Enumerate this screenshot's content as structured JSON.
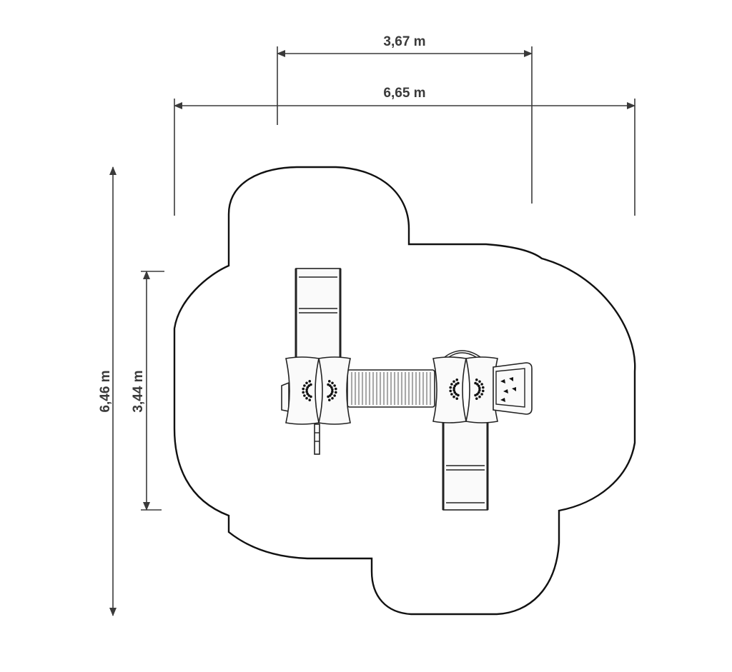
{
  "dimensions": {
    "width_inner": "3,67 m",
    "width_outer": "6,65 m",
    "height_outer": "6,46 m",
    "height_inner": "3,44 m"
  },
  "colors": {
    "line": "#3a3a3a",
    "outline": "#111111",
    "background": "#ffffff"
  }
}
